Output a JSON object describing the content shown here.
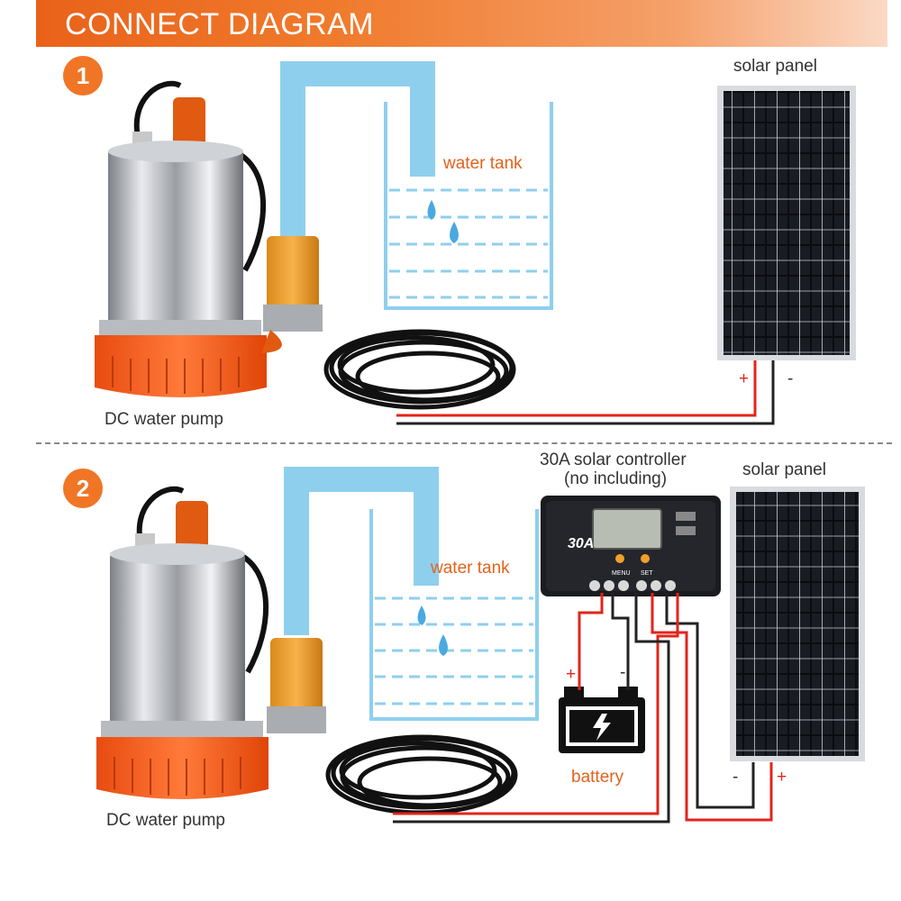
{
  "header": {
    "title": "CONNECT DIAGRAM"
  },
  "section1": {
    "step": "1",
    "water_tank": "water tank",
    "solar_panel": "solar panel",
    "pump": "DC water pump",
    "plus": "+",
    "minus": "-"
  },
  "section2": {
    "step": "2",
    "water_tank": "water tank",
    "solar_panel": "solar panel",
    "pump": "DC water pump",
    "controller_title": "30A solar controller",
    "controller_note": "(no including)",
    "controller_rating": "30A",
    "controller_menu": "MENU",
    "controller_set": "SET",
    "battery": "battery",
    "battery_plus": "+",
    "battery_minus": "-",
    "panel_minus": "-",
    "panel_plus": "+"
  },
  "colors": {
    "accent": "#f07626",
    "water": "#8fcfee",
    "wire_red": "#e3241b",
    "wire_black": "#222222",
    "pump_body": "#ff5a1a"
  }
}
